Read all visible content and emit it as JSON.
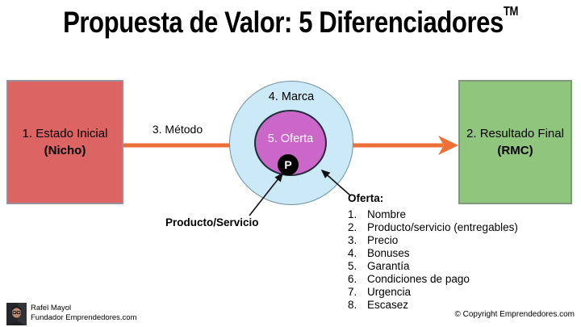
{
  "title": {
    "text": "Propuesta de Valor: 5 Diferenciadores",
    "trademark": "TM"
  },
  "colors": {
    "arrow_orange": "#ED7037",
    "initial_box_red": "#DC6462",
    "result_box_green": "#90C57E",
    "brand_circle_blue": "#CBE9F6",
    "offer_circle_magenta": "#CA67C9",
    "product_badge_black": "#000000"
  },
  "diagram": {
    "initial_state": {
      "line1": "1. Estado Inicial",
      "line2": "(Nicho)"
    },
    "result": {
      "line1": "2. Resultado Final",
      "line2": "(RMC)"
    },
    "method_label": "3. Método",
    "brand_label": "4. Marca",
    "offer_label": "5. Oferta",
    "product_badge": "P",
    "product_service_label": "Producto/Servicio"
  },
  "offer_details": {
    "heading": "Oferta:",
    "items": [
      {
        "num": "1.",
        "label": "Nombre"
      },
      {
        "num": "2.",
        "label": "Producto/servicio (entregables)"
      },
      {
        "num": "3.",
        "label": "Precio"
      },
      {
        "num": "4.",
        "label": "Bonuses"
      },
      {
        "num": "5.",
        "label": "Garantía"
      },
      {
        "num": "6.",
        "label": "Condiciones de pago"
      },
      {
        "num": "7.",
        "label": "Urgencia"
      },
      {
        "num": "8.",
        "label": "Escasez"
      }
    ]
  },
  "footer": {
    "author_name": "Rafel Mayol",
    "author_role": "Fundador Emprendedores.com",
    "copyright": "© Copyright Emprendedores.com"
  }
}
